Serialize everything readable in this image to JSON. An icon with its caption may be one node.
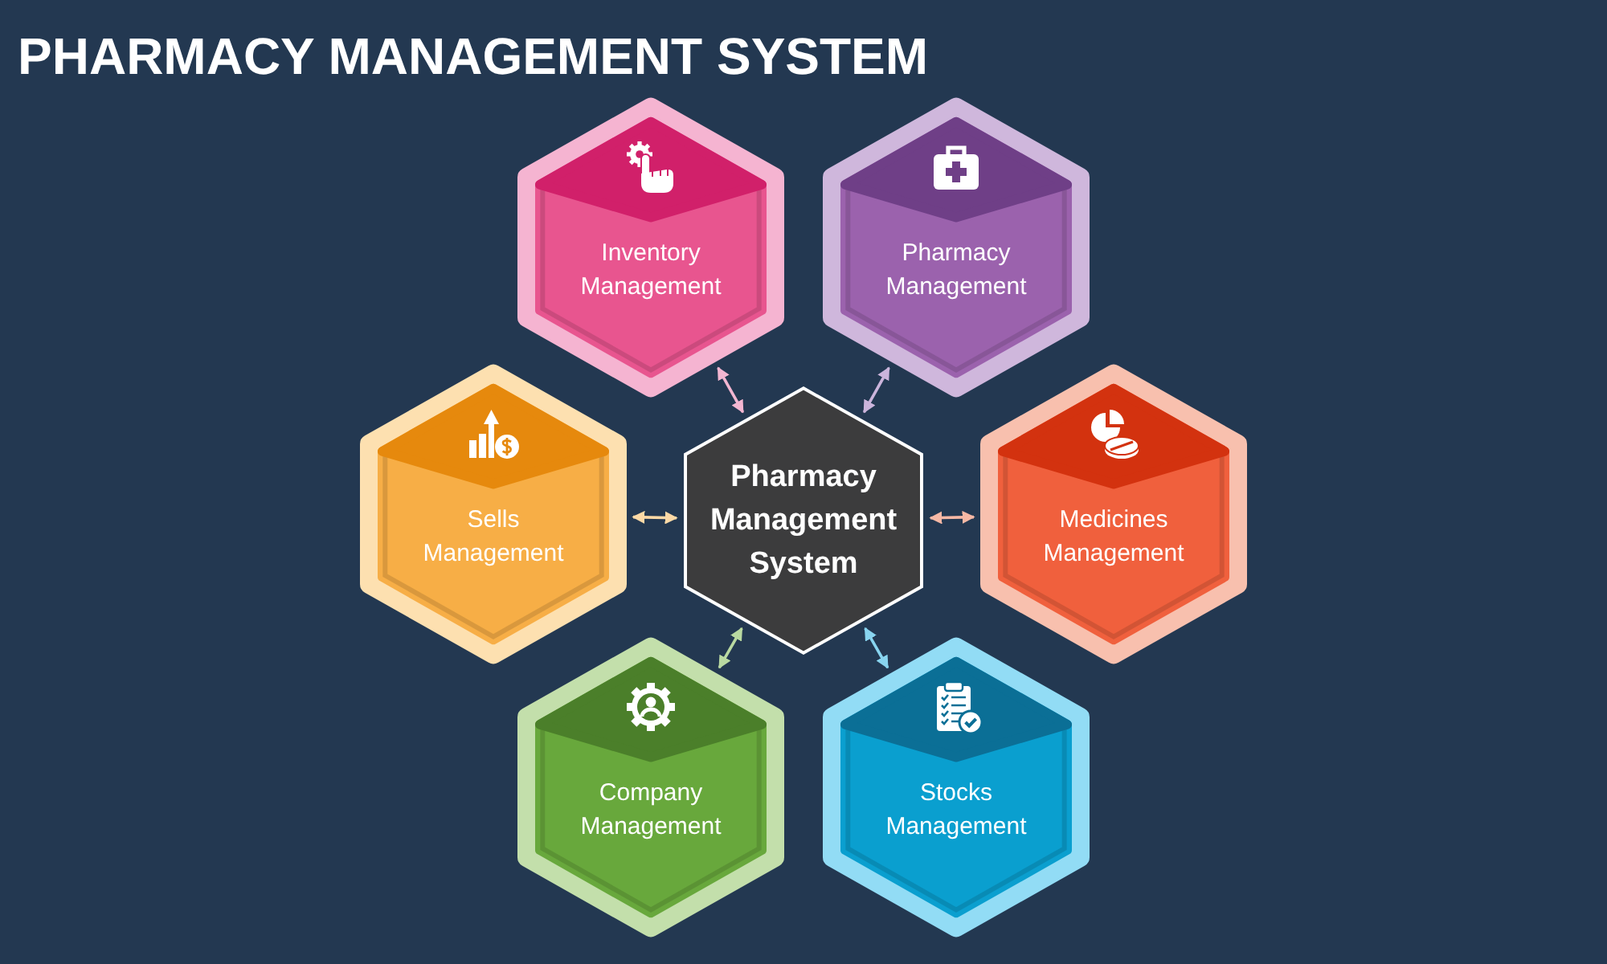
{
  "diagram": {
    "title": "PHARMACY MANAGEMENT SYSTEM",
    "nodes": [
      {
        "text": [
          "Inventory Management"
        ]
      },
      {
        "text": [
          "Pharmacy Management"
        ]
      },
      {
        "text": [
          "Sells Management"
        ]
      },
      {
        "text": [
          "Pharmacy Management System"
        ]
      },
      {
        "text": [
          "Medicines Management"
        ]
      },
      {
        "text": [
          "Company Management"
        ]
      },
      {
        "text": [
          "Stocks Management"
        ]
      }
    ],
    "edges": [
      {
        "from": 3,
        "to": 0,
        "arrow": "both",
        "color": "#f3b6d1"
      },
      {
        "from": 3,
        "to": 1,
        "arrow": "both",
        "color": "#cbb4db"
      },
      {
        "from": 3,
        "to": 2,
        "arrow": "both",
        "color": "#fcd9a6"
      },
      {
        "from": 3,
        "to": 4,
        "arrow": "both",
        "color": "#f6b8a5"
      },
      {
        "from": 3,
        "to": 5,
        "arrow": "both",
        "color": "#b9d9a1"
      },
      {
        "from": 3,
        "to": 6,
        "arrow": "both",
        "color": "#88d4ef"
      }
    ]
  }
}
